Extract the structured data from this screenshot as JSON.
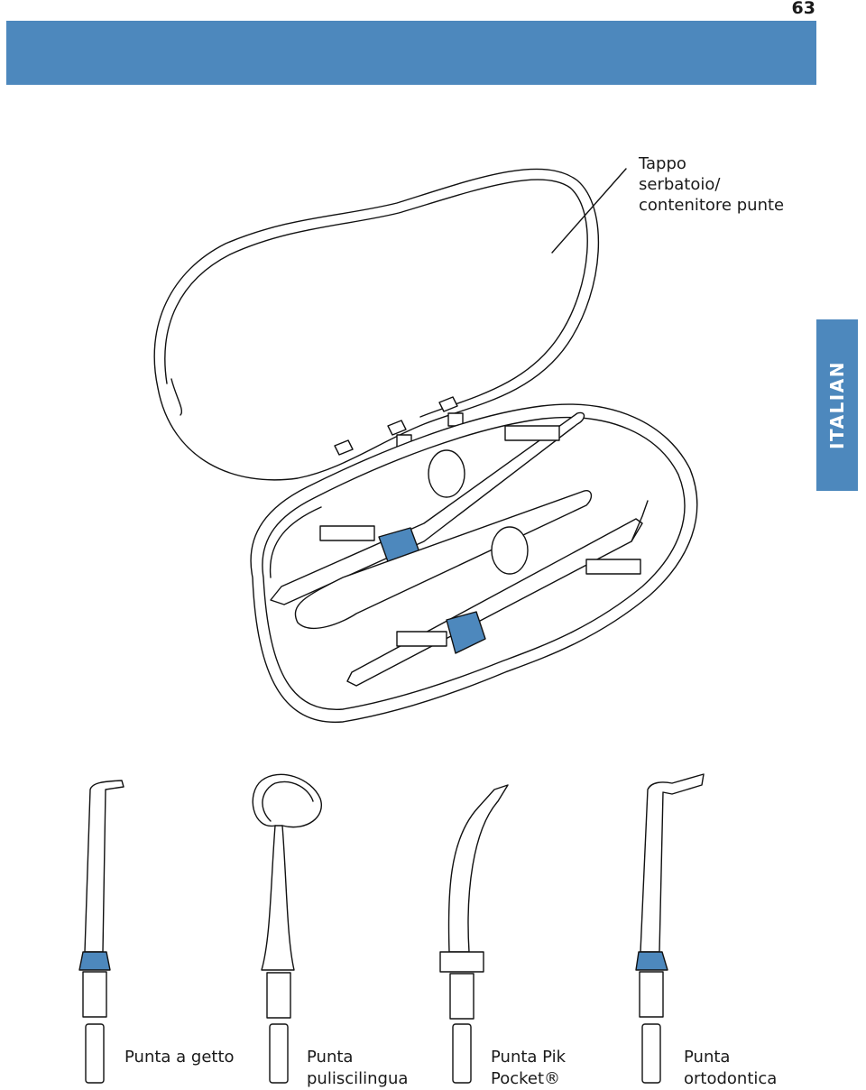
{
  "page": {
    "number": "63"
  },
  "colors": {
    "accent": "#4d88bd",
    "line": "#111111"
  },
  "side_tab": {
    "label": "ITALIAN"
  },
  "case_callout": {
    "lines": [
      "Tappo",
      "serbatoio/",
      "contenitore punte"
    ]
  },
  "tips": [
    {
      "lines": [
        "Punta a getto"
      ]
    },
    {
      "lines": [
        "Punta",
        "puliscilingua"
      ]
    },
    {
      "lines": [
        "Punta Pik",
        "Pocket®"
      ]
    },
    {
      "lines": [
        "Punta",
        "ortodontica"
      ]
    }
  ]
}
